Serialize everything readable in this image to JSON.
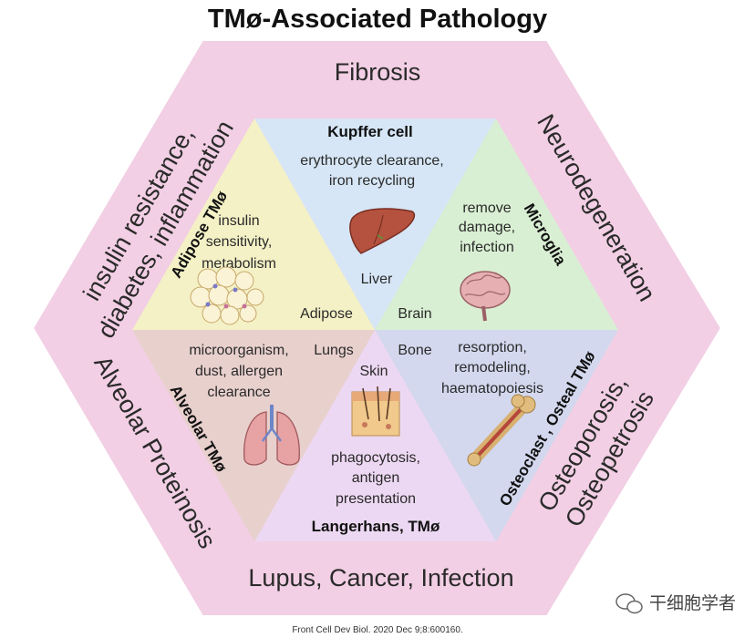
{
  "title": "TMø-Associated Pathology",
  "pathologies": {
    "top": "Fibrosis",
    "upper_left": [
      "insulin resistance,",
      "diabetes, inflammation"
    ],
    "upper_right": "Neurodegeneration",
    "lower_left": "Alveolar Proteinosis",
    "lower_right": [
      "Osteoporosis,",
      "Osteopetrosis"
    ],
    "bottom": "Lupus, Cancer, Infection"
  },
  "cells": {
    "kupffer": {
      "name": "Kupffer cell",
      "lines": [
        "erythrocyte clearance,",
        "iron recycling"
      ],
      "organ": "Liver"
    },
    "microglia": {
      "name": "Microglia",
      "lines": [
        "remove",
        "damage,",
        "infection"
      ],
      "organ": "Brain"
    },
    "osteal": {
      "name": "Osteoclast , Osteal TMø",
      "lines": [
        "resorption,",
        "remodeling,",
        "haematopoiesis"
      ],
      "organ": "Bone"
    },
    "langerhans": {
      "name": "Langerhans, TMø",
      "lines": [
        "phagocytosis,",
        "antigen",
        "presentation"
      ],
      "organ": "Skin"
    },
    "alveolar": {
      "name": "Alveolar TMø",
      "lines": [
        "microorganism,",
        "dust, allergen",
        "clearance"
      ],
      "organ": "Lungs"
    },
    "adipose": {
      "name": "Adipose TMø",
      "lines": [
        "insulin",
        "sensitivity,",
        "metabolism"
      ],
      "organ": "Adipose"
    }
  },
  "citation": "Front Cell Dev Biol. 2020 Dec 9;8:600160.",
  "watermark": "干细胞学者",
  "colors": {
    "outer_hex": "#f2cfe4",
    "kupffer": "#d6e6f6",
    "microglia": "#d9efd3",
    "osteal": "#d3d8ee",
    "langerhans": "#ecd8f2",
    "alveolar": "#e8d0cd",
    "adipose": "#f4f1c6"
  }
}
